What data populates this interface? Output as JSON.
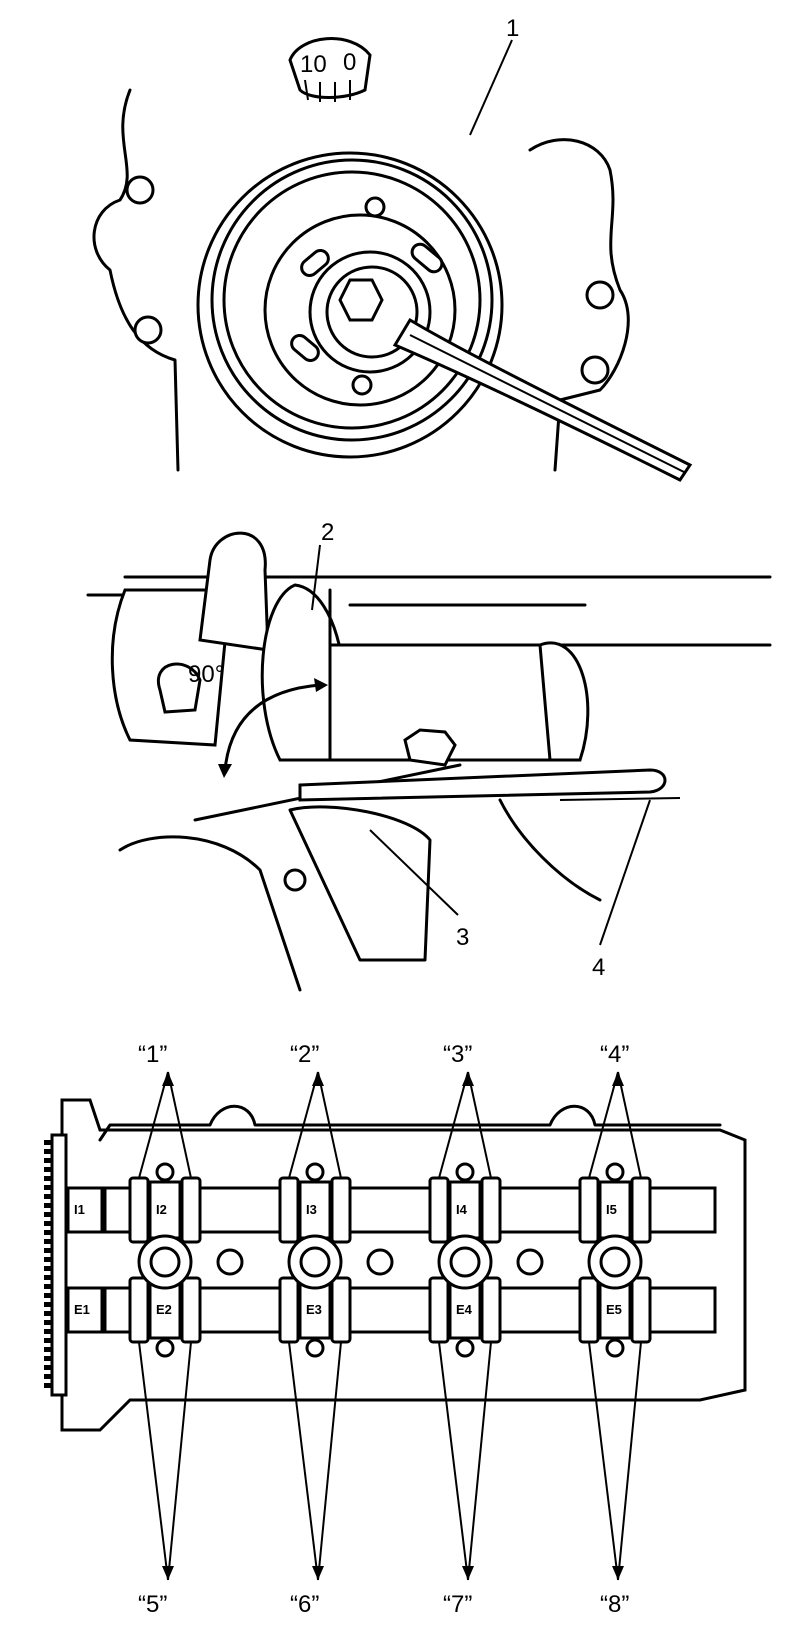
{
  "figure_top": {
    "callout": "1",
    "dial_marks": [
      "10",
      "0"
    ]
  },
  "figure_middle": {
    "callouts": [
      "2",
      "3",
      "4"
    ],
    "angle": "90°"
  },
  "figure_bottom": {
    "top_labels": [
      "“1”",
      "“2”",
      "“3”",
      "“4”"
    ],
    "bottom_labels": [
      "“5”",
      "“6”",
      "“7”",
      "“8”"
    ],
    "intake_caps": [
      "I1",
      "I2",
      "I3",
      "I4",
      "I5"
    ],
    "exhaust_caps": [
      "E1",
      "E2",
      "E3",
      "E4",
      "E5"
    ]
  }
}
